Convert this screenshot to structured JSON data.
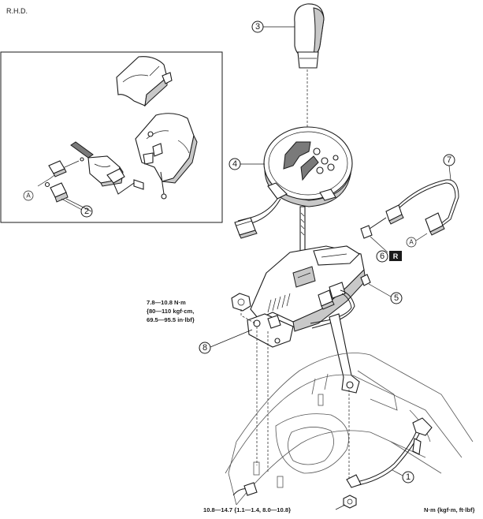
{
  "header": {
    "drive_side": "R.H.D."
  },
  "callouts": {
    "c1": "1",
    "c2": "2",
    "c3": "3",
    "c4": "4",
    "c5": "5",
    "c6": "6",
    "c7": "7",
    "c8": "8"
  },
  "connector_refs": {
    "a_left": "A",
    "a_right": "A"
  },
  "badge": {
    "r": "R"
  },
  "torque": {
    "nut_line1": "7.8—10.8 N·m",
    "nut_line2": "{80—110 kgf·cm,",
    "nut_line3": "69.5—95.5 in·lbf}",
    "bolt_line": "10.8—14.7 {1.1—1.4, 8.0—10.8}",
    "units": "N·m {kgf·m, ft·lbf}"
  }
}
